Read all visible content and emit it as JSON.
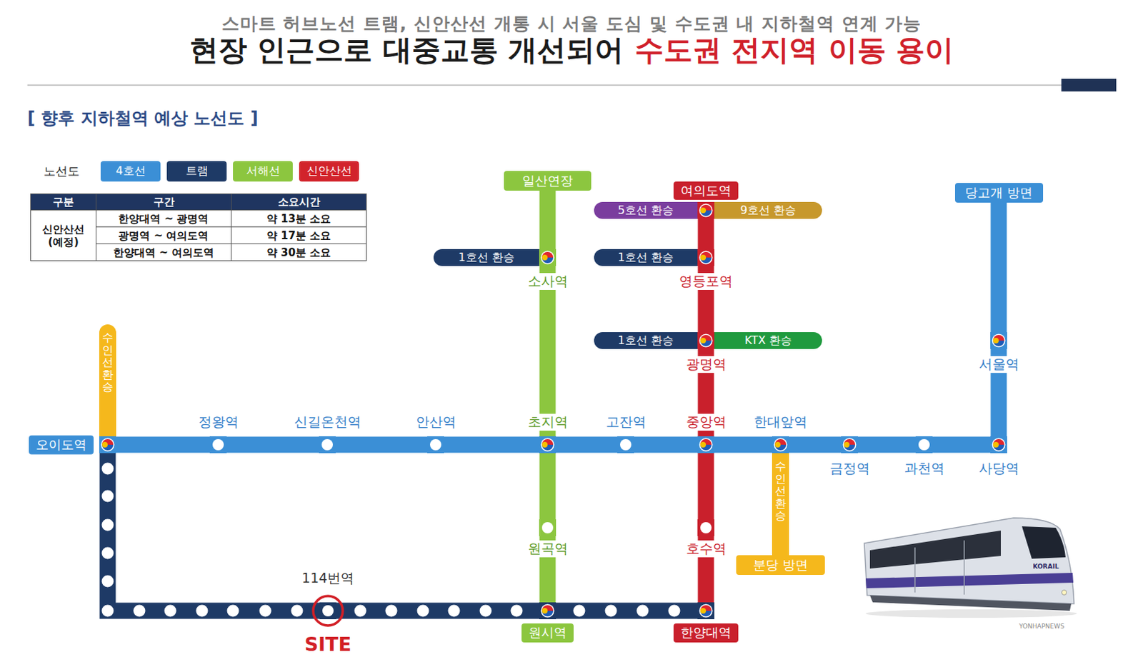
{
  "diagram": {
    "title": "현장 인근으로 대중교통 개선되어",
    "nodes": [
      {
        "text": [
          "일산연장"
        ]
      },
      {
        "text": [
          "여의도역"
        ]
      },
      {
        "text": [
          "5호선 환승"
        ]
      },
      {
        "text": [
          "9호선 환승"
        ]
      },
      {
        "text": [
          "당고개 방면"
        ]
      },
      {
        "text": [
          "1호선 환승"
        ]
      },
      {
        "text": [
          "소사역"
        ]
      },
      {
        "text": [
          "1호선 환승"
        ]
      },
      {
        "text": [
          "영등포역"
        ]
      },
      {
        "text": [
          "1호선 환승"
        ]
      },
      {
        "text": [
          "광명역"
        ]
      },
      {
        "text": [
          "KTX 환승"
        ]
      },
      {
        "text": [
          "서울역"
        ]
      },
      {
        "text": [
          "수인선 환승"
        ]
      },
      {
        "text": [
          "오이도역"
        ]
      },
      {
        "text": [
          "정왕역"
        ]
      },
      {
        "text": [
          "신길온천역"
        ]
      },
      {
        "text": [
          "안산역"
        ]
      },
      {
        "text": [
          "초지역"
        ]
      },
      {
        "text": [
          "고잔역"
        ]
      },
      {
        "text": [
          "중앙역"
        ]
      },
      {
        "text": [
          "한대앞역"
        ]
      },
      {
        "text": [
          "금정역"
        ]
      },
      {
        "text": [
          "과천역"
        ]
      },
      {
        "text": [
          "사당역"
        ]
      },
      {
        "text": [
          "수인선 환승"
        ]
      },
      {
        "text": [
          "원곡역"
        ]
      },
      {
        "text": [
          "호수역"
        ]
      },
      {
        "text": [
          "분당 방면"
        ]
      },
      {
        "text": [
          "114번역"
        ]
      },
      {
        "text": [
          "원시역"
        ]
      },
      {
        "text": [
          "한양대역"
        ]
      }
    ],
    "edges": [
      {
        "from": 14,
        "to": 15,
        "arrow": "none"
      },
      {
        "from": 15,
        "to": 16,
        "arrow": "none"
      },
      {
        "from": 16,
        "to": 17,
        "arrow": "none"
      },
      {
        "from": 17,
        "to": 18,
        "arrow": "none"
      },
      {
        "from": 18,
        "to": 19,
        "arrow": "none"
      },
      {
        "from": 19,
        "to": 20,
        "arrow": "none"
      },
      {
        "from": 20,
        "to": 21,
        "arrow": "none"
      },
      {
        "from": 21,
        "to": 22,
        "arrow": "none"
      },
      {
        "from": 22,
        "to": 23,
        "arrow": "none"
      },
      {
        "from": 23,
        "to": 24,
        "arrow": "none"
      },
      {
        "from": 24,
        "to": 12,
        "arrow": "none"
      },
      {
        "from": 12,
        "to": 4,
        "arrow": "none"
      },
      {
        "from": 0,
        "to": 6,
        "arrow": "none"
      },
      {
        "from": 6,
        "to": 18,
        "arrow": "none"
      },
      {
        "from": 18,
        "to": 26,
        "arrow": "none"
      },
      {
        "from": 26,
        "to": 30,
        "arrow": "none"
      },
      {
        "from": 1,
        "to": 8,
        "arrow": "none"
      },
      {
        "from": 8,
        "to": 10,
        "arrow": "none"
      },
      {
        "from": 10,
        "to": 20,
        "arrow": "none"
      },
      {
        "from": 20,
        "to": 27,
        "arrow": "none"
      },
      {
        "from": 27,
        "to": 31,
        "arrow": "none"
      },
      {
        "from": 14,
        "to": 29,
        "arrow": "none"
      },
      {
        "from": 29,
        "to": 30,
        "arrow": "none"
      },
      {
        "from": 30,
        "to": 31,
        "arrow": "none"
      }
    ],
    "labels": [
      "스마트 허브노선 트램, 신안산선 개통 시 서울 도심 및 수도권 내 지하철역 연계 가능",
      "수도권 전지역 이동 용이",
      "[ 향후 지하철역 예상 노선도 ]",
      "노선도",
      "구분",
      "구간",
      "소요시간",
      "신안산선 (예정)",
      "한양대역 ~ 광명역",
      "약 13분 소요",
      "광명역 ~ 여의도역",
      "약 17분 소요",
      "한양대역 ~ 여의도역",
      "약 30분 소요",
      "SITE",
      "KORAIL",
      "YONHAPNEWS"
    ],
    "legend": [
      {
        "text": "4호선",
        "color": "#3b8fd6"
      },
      {
        "text": "트램",
        "color": "#1e3a66"
      },
      {
        "text": "서해선",
        "color": "#8cc63f"
      },
      {
        "text": "신안산선",
        "color": "#d2232b"
      }
    ]
  }
}
